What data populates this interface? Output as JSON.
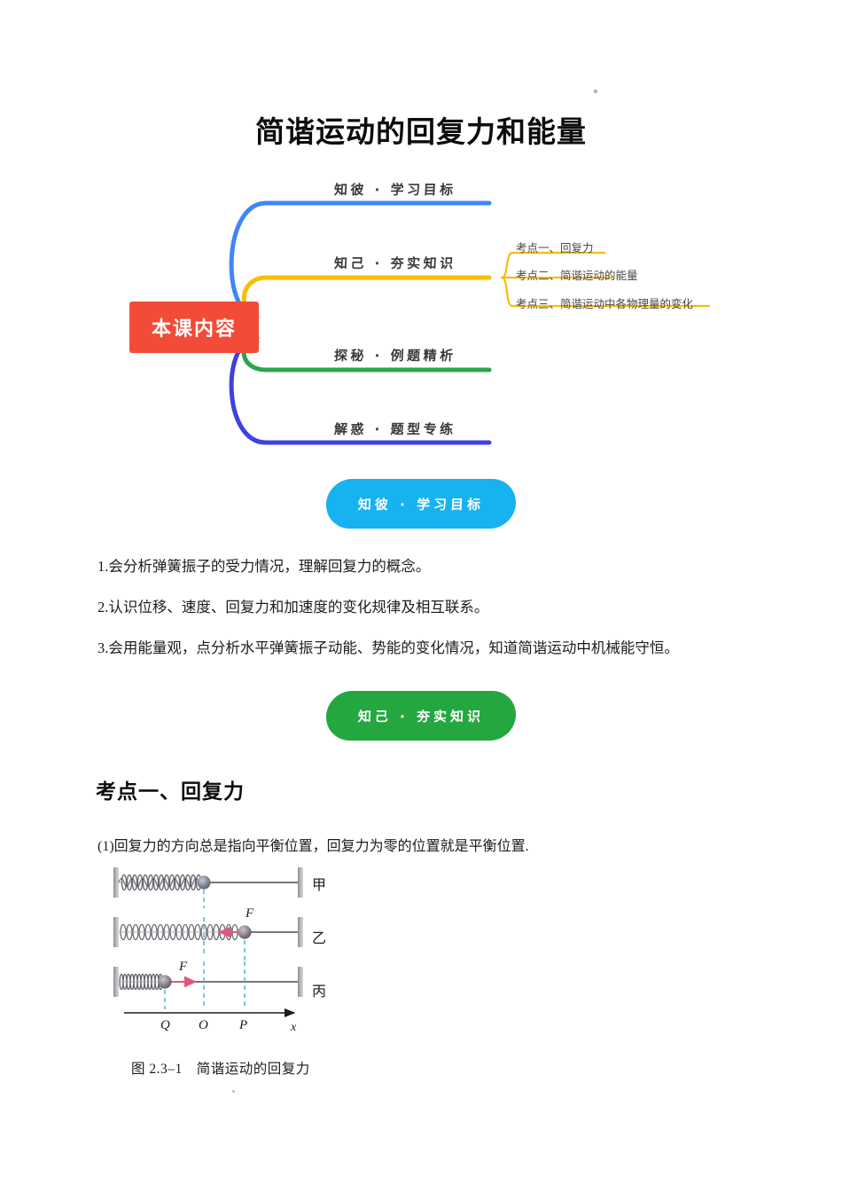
{
  "document": {
    "title": "简谐运动的回复力和能量"
  },
  "mindmap": {
    "center_label": "本课内容",
    "colors": {
      "center": "#f24b38",
      "branch1": "#4285f4",
      "branch2": "#fbbc04",
      "branch3": "#2ea34d",
      "branch4": "#4040e0"
    },
    "branches": [
      {
        "label": "知彼 · 学习目标"
      },
      {
        "label": "知己 · 夯实知识"
      },
      {
        "label": "探秘 · 例题精析"
      },
      {
        "label": "解惑 · 题型专练"
      }
    ],
    "subitems": [
      "考点一、回复力",
      "考点二、简谐运动的能量",
      "考点三、简谐运动中各物理量的变化"
    ]
  },
  "sections": {
    "objectives_badge": {
      "label": "知彼 · 学习目标",
      "color": "#17b2f0"
    },
    "objectives": [
      "1.会分析弹簧振子的受力情况，理解回复力的概念。",
      "2.认识位移、速度、回复力和加速度的变化规律及相互联系。",
      "3.会用能量观，点分析水平弹簧振子动能、势能的变化情况，知道简谐运动中机械能守恒。"
    ],
    "knowledge_badge": {
      "label": "知己 · 夯实知识",
      "color": "#25a740"
    },
    "kaodian_one": {
      "heading": "考点一、回复力",
      "paragraph": "(1)回复力的方向总是指向平衡位置，回复力为零的位置就是平衡位置."
    }
  },
  "figure": {
    "caption": "图 2.3–1　简谐运动的回复力",
    "row_labels": [
      "甲",
      "乙",
      "丙"
    ],
    "force_label": "F",
    "axis_labels": [
      "Q",
      "O",
      "P"
    ],
    "axis_name": "x"
  }
}
